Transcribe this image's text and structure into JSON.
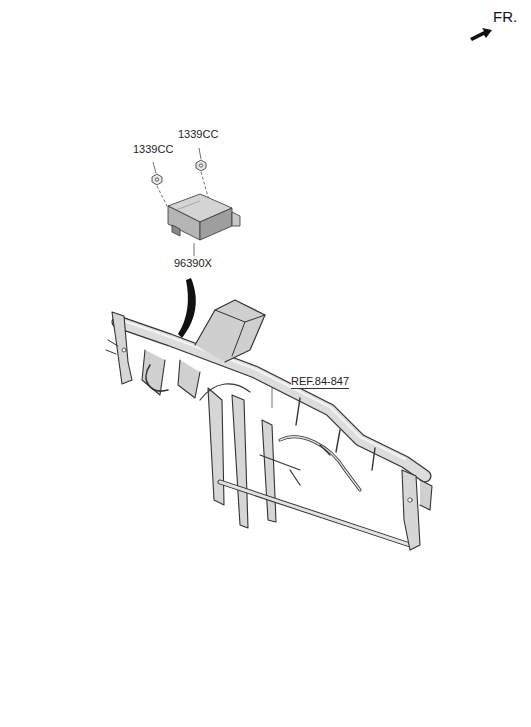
{
  "diagram": {
    "labels": [
      "FR.",
      "1339CC",
      "1339CC",
      "96390X",
      "REF.84-847"
    ]
  }
}
